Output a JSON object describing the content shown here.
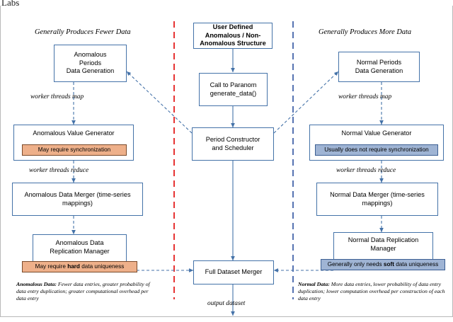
{
  "breadcrumb": "Labs",
  "colors": {
    "box_border": "#4472a8",
    "orange_note": "#eeb08a",
    "blue_note": "#9fb4d4",
    "red_divider": "#e00000",
    "blue_divider": "#2b4f9e",
    "arrow": "#4472a8"
  },
  "headers": {
    "left": "Generally Produces Fewer Data",
    "right": "Generally Produces More Data"
  },
  "center": {
    "user_defined": "User Defined\nAnomalous / Non-\nAnomalous Structure",
    "user_defined_l1": "User Defined",
    "user_defined_l2": "Anomalous / Non-",
    "user_defined_l3": "Anomalous Structure",
    "call_l1": "Call to Paranom",
    "call_l2": "generate_data()",
    "period_l1": "Period Constructor",
    "period_l2": "and Scheduler",
    "merger": "Full Dataset Merger",
    "output": "output dataset"
  },
  "left_branch": {
    "gen_l1": "Anomalous",
    "gen_l2": "Periods",
    "gen_l3": "Data Generation",
    "map_label": "worker threads map",
    "value_gen": "Anomalous Value Generator",
    "value_note": "May require synchronization",
    "reduce_label": "worker threads reduce",
    "merger_l1": "Anomalous Data Merger (time-series",
    "merger_l2": "mappings)",
    "repl_l1": "Anomalous Data",
    "repl_l2": "Replication Manager",
    "repl_note_pre": "May require ",
    "repl_note_bold": "hard",
    "repl_note_post": " data uniqueness",
    "footnote_title": "Anomalous Data:",
    "footnote_body": " Fewer data entries, greater probability of data entry duplication; greater computational overhead per data entry"
  },
  "right_branch": {
    "gen_l1": "Normal Periods",
    "gen_l2": "Data Generation",
    "map_label": "worker threads map",
    "value_gen": "Normal Value Generator",
    "value_note": "Usually does not require synchronization",
    "reduce_label": "worker threads reduce",
    "merger_l1": "Normal Data Merger (time-series",
    "merger_l2": "mappings)",
    "repl_l1": "Normal Data Replication",
    "repl_l2": "Manager",
    "repl_note_pre": "Generally only needs ",
    "repl_note_bold": "soft",
    "repl_note_post": " data uniqueness",
    "footnote_title": "Normal Data:",
    "footnote_body": " More data entries, lower probability of data entry duplication; lower computation overhead per construction of each data entry"
  }
}
